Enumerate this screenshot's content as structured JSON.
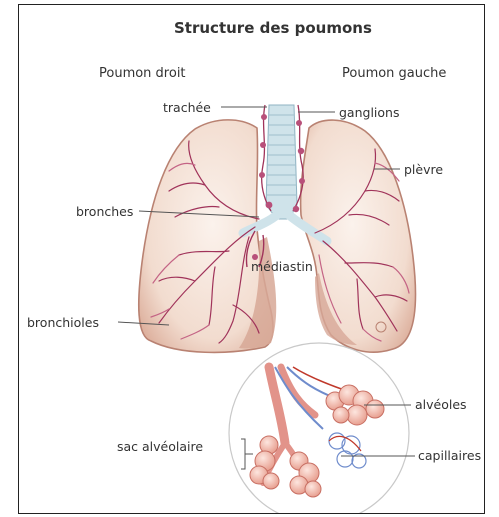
{
  "title": "Structure des poumons",
  "right_lung_label": "Poumon droit",
  "left_lung_label": "Poumon gauche",
  "labels": {
    "trachea": "trachée",
    "lymph_nodes": "ganglions",
    "pleura": "plèvre",
    "bronchi": "bronches",
    "mediastinum": "médiastin",
    "bronchioles": "bronchioles",
    "alveoli": "alvéoles",
    "alveolar_sac": "sac alvéolaire",
    "capillaries": "capillaires"
  },
  "colors": {
    "lung_fill": "#f2dccf",
    "lung_edge": "#b98272",
    "lung_shadow": "#d7a897",
    "trachea": "#cfe3ea",
    "vessel": "#a0335a",
    "vessel_light": "#c46485",
    "alveolus": "#f3c0b2",
    "capillary_blue": "#6f8ccc"
  }
}
